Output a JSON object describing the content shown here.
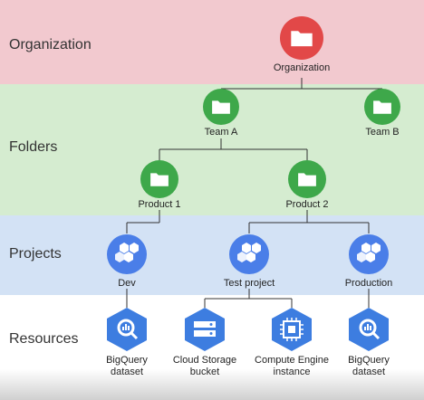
{
  "levels": {
    "organization": "Organization",
    "folders": "Folders",
    "projects": "Projects",
    "resources": "Resources"
  },
  "nodes": {
    "organization": "Organization",
    "team_a": "Team A",
    "team_b": "Team B",
    "product_1": "Product 1",
    "product_2": "Product 2",
    "dev": "Dev",
    "test_project": "Test project",
    "production": "Production",
    "bigquery_1": "BigQuery\ndataset",
    "cloud_storage": "Cloud Storage\nbucket",
    "compute_engine": "Compute Engine\ninstance",
    "bigquery_2": "BigQuery\ndataset"
  },
  "colors": {
    "organization_band": "#f2c9cf",
    "folders_band": "#d5ecd0",
    "projects_band": "#d3e2f5",
    "organization_icon": "#e24848",
    "folder_icon": "#3ea84a",
    "project_icon": "#4a7ee8",
    "resource_icon": "#3d7de0"
  },
  "icons": {
    "organization": "folder-icon",
    "folders": "folder-icon",
    "projects": "hexagon-cluster-icon",
    "bigquery": "bigquery-icon",
    "cloud_storage": "storage-icon",
    "compute_engine": "chip-icon"
  }
}
